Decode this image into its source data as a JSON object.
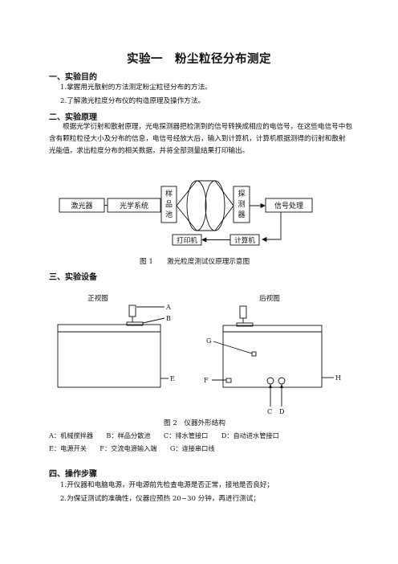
{
  "title": "实验一　粉尘粒径分布测定",
  "sections": {
    "s1": {
      "heading": "一、实验目的",
      "items": [
        "1.掌握用光散射的方法测定粉尘粒径分布的方法。",
        "2.了解激光粒度分布仪的构造原理及操作方法。"
      ]
    },
    "s2": {
      "heading": "二、实验原理",
      "paragraph": "根据光学衍射和散射原理，光电探测器把检测到的信号转换成相应的电信号，在这些电信号中包含有颗粒粒径大小及分布的信息，电信号经放大后，输入到计算机，计算机根据测得的衍射和散射光能值，求出粒度分布的相关数据，并将全部测量结果打印输出。"
    },
    "s3": {
      "heading": "三、实验设备"
    },
    "s4": {
      "heading": "四、操作步骤",
      "items": [
        "1.开仪器和电脑电源，开电源前先检查电源是否正常，接地是否良好；",
        "2.为保证测试的准确性，仪器应预热 20~30 分钟，再进行测试；"
      ]
    }
  },
  "figure1": {
    "boxes": {
      "laser": "激光器",
      "optics": "光学系统",
      "cell": [
        "样",
        "品",
        "池"
      ],
      "detector": [
        "探",
        "测",
        "器"
      ],
      "signal": "信号处理",
      "printer": "打印机",
      "computer": "计算机"
    },
    "caption": "图 1　　激光粒度测试仪原理示意图"
  },
  "figure2": {
    "front_label": "正视图",
    "back_label": "后视图",
    "letters": {
      "A": "A",
      "B": "B",
      "E": "E",
      "G": "G",
      "F": "F",
      "H": "H",
      "C": "C",
      "D": "D"
    },
    "caption": "图 2　仪器外形结构",
    "legend_line1": "A：机械搅拌器　　B：样品分散池　　C：排水管接口　　D：自动进水管接口",
    "legend_line2": "E：电源开关　　F：交流电源输入端　　G：连接串口线"
  }
}
